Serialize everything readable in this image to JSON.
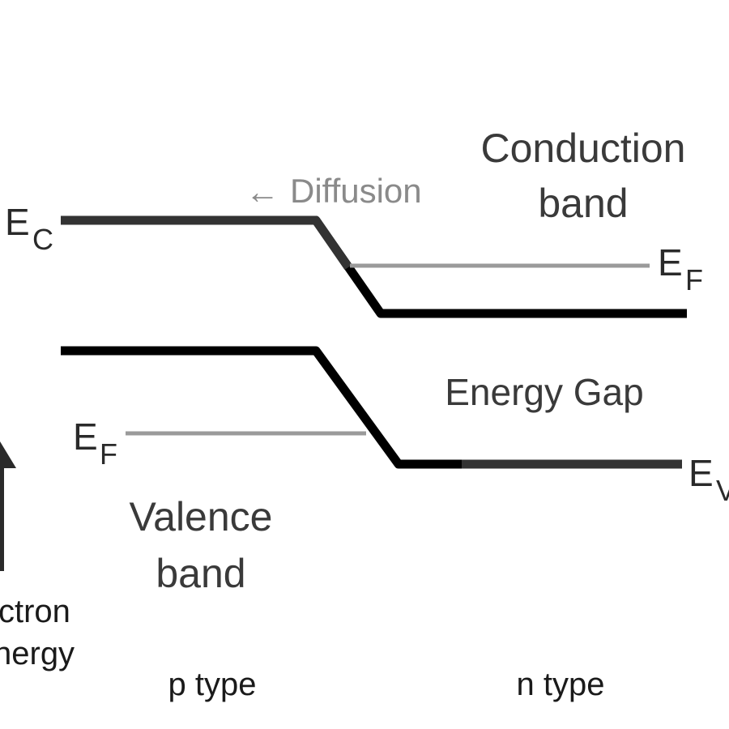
{
  "labels": {
    "conduction_band_line1": "Conduction",
    "conduction_band_line2": "band",
    "valence_band_line1": "Valence",
    "valence_band_line2": "band",
    "energy_gap": "Energy Gap",
    "diffusion": "Diffusion",
    "diffusion_arrow": "←",
    "ec_main": "E",
    "ec_sub": "C",
    "ev_main": "E",
    "ev_sub": "V",
    "ef_n_main": "E",
    "ef_n_sub": "F",
    "ef_p_main": "E",
    "ef_p_sub": "F",
    "p_type": "p type",
    "n_type": "n type",
    "axis_line1": "ctron",
    "axis_line2": "nergy"
  },
  "colors": {
    "band_edge": "#000000",
    "band_edge_dark": "#333333",
    "fermi_level": "#9a9a9a",
    "text": "#3a3a3a",
    "diffusion_text": "#8a8a8a"
  }
}
